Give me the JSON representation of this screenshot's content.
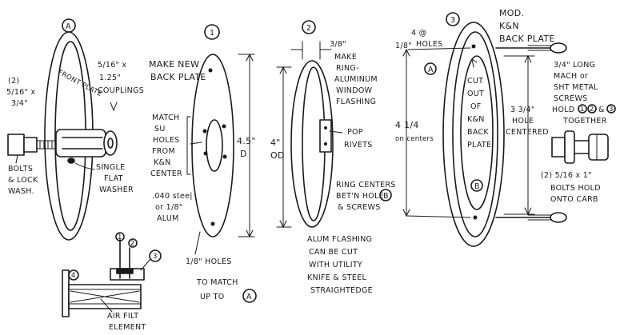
{
  "circle_labels": {
    "a": "A",
    "one": "1",
    "two": "2",
    "three": "3",
    "a_ref": "A",
    "b_ref": "B",
    "b_ring": "B",
    "a_holes": "A",
    "small_1": "1",
    "small_2": "2",
    "small_3": "3",
    "small_4": "4",
    "hold_1": "1",
    "hold_2": "2",
    "hold_3": "3"
  },
  "front_plate": {
    "plate_label": "FRONT PLATE",
    "couplings": [
      "5/16\" x",
      "1.25\"",
      "COUPLINGS"
    ],
    "bolts_qty": "(2)",
    "bolts_size": [
      "5/16\" x",
      "3/4\""
    ],
    "bolts_desc": [
      "BOLTS",
      "& LOCK",
      "WASH."
    ],
    "washer": [
      "SINGLE",
      "FLAT",
      "WASHER"
    ]
  },
  "back_plate": {
    "title": [
      "MAKE NEW",
      "BACK PLATE"
    ],
    "match": [
      "MATCH",
      "SU",
      "HOLES",
      "FROM",
      "K&N",
      "CENTER"
    ],
    "material": [
      ".040 stee|",
      "or 1/8\"",
      "ALUM"
    ],
    "diameter": [
      "4.5\"",
      "D"
    ],
    "holes": [
      "1/8\" HOLES",
      "TO MATCH",
      "UP TO"
    ]
  },
  "ring": {
    "thickness": "3/8\"",
    "make": [
      "MAKE",
      "RING-",
      "ALUMINUM",
      "WINDOW",
      "FLASHING"
    ],
    "od": [
      "4\"",
      "OD"
    ],
    "rivets": [
      "POP",
      "RIVETS"
    ],
    "centers": [
      "RING CENTERS",
      "BET'N HOLE",
      "& SCREWS"
    ],
    "cut_note": [
      "ALUM FLASHING",
      "CAN BE CUT",
      "WITH UTILITY",
      "KNIFE & STEEL",
      "STRAIGHTEDGE"
    ]
  },
  "mod_plate": {
    "title": [
      "MOD.",
      "K&N",
      "BACK PLATE"
    ],
    "holes": [
      "4 @",
      "HOLES"
    ],
    "hole_size": "1/8\"",
    "center_dim": [
      "4 1/4",
      "on centers"
    ],
    "cutout": [
      "CUT",
      "OUT",
      "OF",
      "K&N",
      "BACK",
      "PLATE"
    ],
    "hole_dim": [
      "3 3/4\"",
      "HOLE",
      "CENTERED"
    ],
    "screws": [
      "3/4\" LONG",
      "MACH or",
      "SHT METAL",
      "SCREWS",
      "HOLD",
      "&",
      "TOGETHER"
    ],
    "bolts": [
      "(2)  5/16 x 1\"",
      "BOLTS HOLD",
      "ONTO CARB"
    ]
  },
  "filter": {
    "label": [
      "AIR FILT",
      "ELEMENT"
    ]
  }
}
